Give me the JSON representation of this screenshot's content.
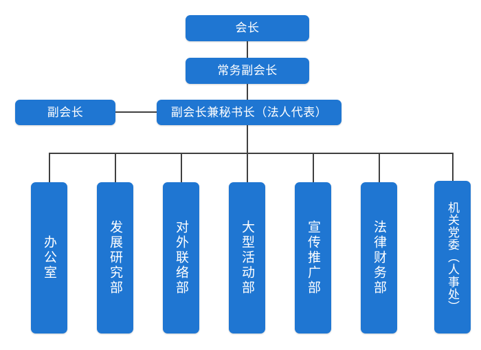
{
  "chart_data": {
    "type": "diagram",
    "title": "",
    "diagram_kind": "organization-chart",
    "orientation": "top-down",
    "accent_color": "#1f76d2",
    "connector_color": "#3f3f3f",
    "text_color": "#ffffff",
    "background": "#ffffff",
    "levels": [
      {
        "level": 1,
        "nodes": [
          {
            "id": "president",
            "label": "会长",
            "orientation": "horizontal"
          }
        ]
      },
      {
        "level": 2,
        "nodes": [
          {
            "id": "exec-vice-president",
            "label": "常务副会长",
            "orientation": "horizontal"
          }
        ]
      },
      {
        "level": 3,
        "nodes": [
          {
            "id": "vice-president",
            "label": "副会长",
            "orientation": "horizontal"
          },
          {
            "id": "vice-president-secretary-general",
            "label": "副会长兼秘书长（法人代表）",
            "orientation": "horizontal"
          }
        ]
      },
      {
        "level": 4,
        "nodes": [
          {
            "id": "office",
            "label": "办公室",
            "orientation": "vertical"
          },
          {
            "id": "development-research",
            "label": "发展研究部",
            "orientation": "vertical"
          },
          {
            "id": "external-liaison",
            "label": "对外联络部",
            "orientation": "vertical"
          },
          {
            "id": "large-events",
            "label": "大型活动部",
            "orientation": "vertical"
          },
          {
            "id": "publicity-promotion",
            "label": "宣传推广部",
            "orientation": "vertical"
          },
          {
            "id": "legal-finance",
            "label": "法律财务部",
            "orientation": "vertical"
          },
          {
            "id": "party-committee-hr",
            "label": "机关党委（人事处）",
            "orientation": "vertical"
          }
        ]
      }
    ],
    "edges": [
      {
        "from": "president",
        "to": "exec-vice-president"
      },
      {
        "from": "exec-vice-president",
        "to": "vice-president-secretary-general"
      },
      {
        "from": "vice-president-secretary-general",
        "to": "vice-president"
      },
      {
        "from": "vice-president-secretary-general",
        "to": "office"
      },
      {
        "from": "vice-president-secretary-general",
        "to": "development-research"
      },
      {
        "from": "vice-president-secretary-general",
        "to": "external-liaison"
      },
      {
        "from": "vice-president-secretary-general",
        "to": "large-events"
      },
      {
        "from": "vice-president-secretary-general",
        "to": "publicity-promotion"
      },
      {
        "from": "vice-president-secretary-general",
        "to": "legal-finance"
      },
      {
        "from": "vice-president-secretary-general",
        "to": "party-committee-hr"
      }
    ]
  },
  "nodes": {
    "president": "会长",
    "exec_vice_president": "常务副会长",
    "vice_president": "副会长",
    "vice_president_secretary_general": "副会长兼秘书长（法人代表）",
    "departments": [
      "办公室",
      "发展研究部",
      "对外联络部",
      "大型活动部",
      "宣传推广部",
      "法律财务部",
      "机关党委（人事处）"
    ]
  }
}
